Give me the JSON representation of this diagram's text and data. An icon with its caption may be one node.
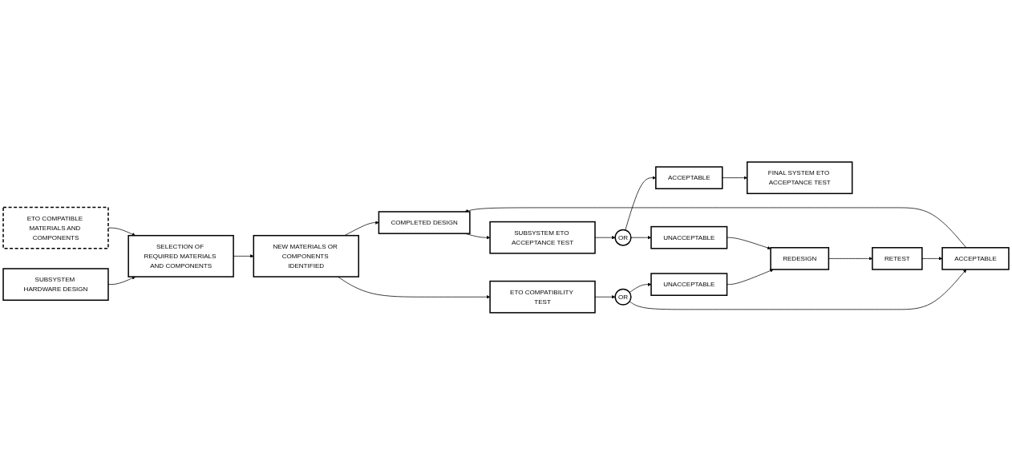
{
  "diagram": {
    "nodes": [
      {
        "text": [
          "SUBSYSTEM HARDWARE DESIGN"
        ]
      },
      {
        "text": [
          "SELECTION OF REQUIRED MATERIALS AND COMPONENTS"
        ]
      },
      {
        "text": [
          "NEW MATERIALS OR COMPONENTS IDENTIFIED"
        ]
      },
      {
        "text": [
          "COMPLETED DESIGN"
        ]
      },
      {
        "text": [
          "SUBSYSTEM ETO ACCEPTANCE TEST"
        ]
      },
      {
        "text": [
          "ETO COMPATIBLE MATERIALS AND COMPONENTS"
        ]
      },
      {
        "text": [
          "ETO COMPATIBILITY TEST"
        ]
      },
      {
        "text": [
          "UNACCEPTABLE"
        ]
      },
      {
        "text": [
          "OR"
        ]
      },
      {
        "text": [
          "ACCEPTABLE"
        ]
      },
      {
        "text": [
          "UNACCEPTABLE"
        ]
      },
      {
        "text": [
          "OR"
        ]
      },
      {
        "text": [
          "ACCEPTABLE"
        ]
      },
      {
        "text": [
          "FINAL SYSTEM ETO ACCEPTANCE TEST"
        ]
      },
      {
        "text": [
          "REDESIGN"
        ]
      },
      {
        "text": [
          "RETEST"
        ]
      }
    ],
    "edges": [
      {
        "from": 0,
        "to": 1,
        "arrow": "to"
      },
      {
        "from": 1,
        "to": 2,
        "arrow": "to"
      },
      {
        "from": 2,
        "to": 3,
        "arrow": "to"
      },
      {
        "from": 3,
        "to": 4,
        "arrow": "to"
      },
      {
        "from": 5,
        "to": 1,
        "arrow": "to"
      },
      {
        "from": 2,
        "to": 6,
        "arrow": "to"
      },
      {
        "from": 4,
        "to": 8,
        "arrow": "to"
      },
      {
        "from": 8,
        "to": 7,
        "arrow": "to"
      },
      {
        "from": 8,
        "to": 9,
        "arrow": "to"
      },
      {
        "from": 9,
        "to": 13,
        "arrow": "to"
      },
      {
        "from": 6,
        "to": 11,
        "arrow": "to"
      },
      {
        "from": 11,
        "to": 10,
        "arrow": "to"
      },
      {
        "from": 11,
        "to": 12,
        "arrow": "to"
      },
      {
        "from": 12,
        "to": 3,
        "arrow": "to"
      },
      {
        "from": 10,
        "to": 14,
        "arrow": "to"
      },
      {
        "from": 14,
        "to": 15,
        "arrow": "to"
      },
      {
        "from": 15,
        "to": 12,
        "arrow": "to"
      },
      {
        "from": 7,
        "to": 14,
        "arrow": "to"
      }
    ]
  }
}
